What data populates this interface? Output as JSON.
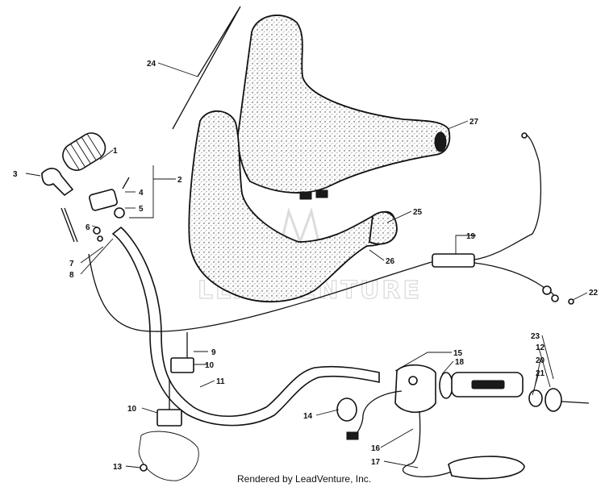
{
  "callouts": [
    "1",
    "2",
    "3",
    "4",
    "5",
    "6",
    "7",
    "8",
    "9",
    "10",
    "11",
    "12",
    "13",
    "14",
    "15",
    "16",
    "17",
    "18",
    "19",
    "20",
    "21",
    "22",
    "23",
    "24",
    "25",
    "26",
    "27",
    "10"
  ],
  "watermark": "LEADVENTURE",
  "credit": "Rendered by LeadVenture, Inc."
}
